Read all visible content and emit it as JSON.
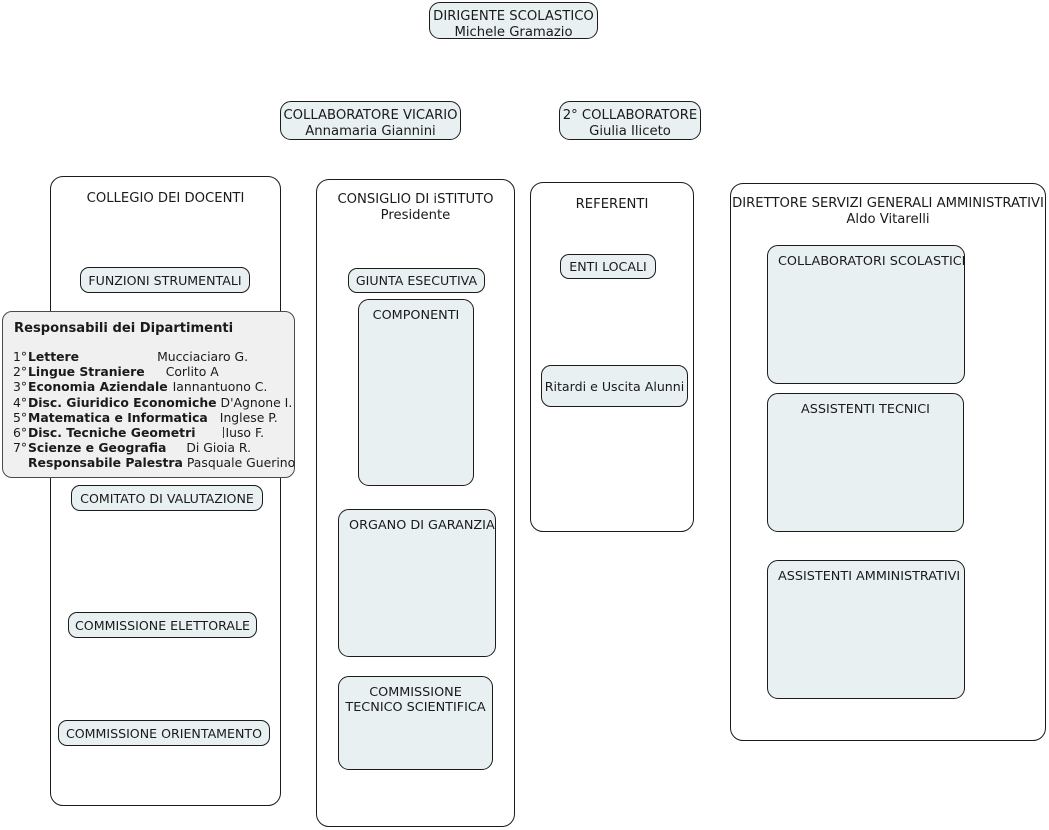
{
  "theme": {
    "page_background": "#ffffff",
    "node_fill": "#e8f0f2",
    "container_fill": "#ffffff",
    "overlay_fill": "#f0f0f0",
    "border": "#1b1b1b",
    "text": "#1a1a1a"
  },
  "top": {
    "dirigente": {
      "role": "DIRIGENTE SCOLASTICO",
      "name": "Michele Gramazio"
    },
    "collaboratore_vicario": {
      "role": "COLLABORATORE VICARIO",
      "name": "Annamaria Giannini"
    },
    "secondo_collaboratore": {
      "role": "2° COLLABORATORE",
      "name": "Giulia Iliceto"
    }
  },
  "columns": {
    "collegio": {
      "title": "COLLEGIO DEI DOCENTI",
      "items": [
        {
          "label": "FUNZIONI STRUMENTALI"
        },
        {
          "label": "COMITATO DI VALUTAZIONE"
        },
        {
          "label": "COMMISSIONE ELETTORALE"
        },
        {
          "label": "COMMISSIONE ORIENTAMENTO"
        }
      ]
    },
    "consiglio": {
      "title": "CONSIGLIO DI iSTITUTO",
      "subtitle": "Presidente",
      "giunta": "GIUNTA ESECUTIVA",
      "componenti": "COMPONENTI",
      "organo_garanzia": "ORGANO DI GARANZIA",
      "commissione_tecnica_l1": "COMMISSIONE",
      "commissione_tecnica_l2": "TECNICO SCIENTIFICA"
    },
    "referenti": {
      "title": "REFERENTI",
      "enti_locali": "ENTI LOCALI",
      "ritardi": "Ritardi e Uscita Alunni"
    },
    "dsga": {
      "title": "DIRETTORE SERVIZI GENERALI AMMINISTRATIVI",
      "name": "Aldo Vitarelli",
      "panels": [
        {
          "label": "COLLABORATORI SCOLASTICI"
        },
        {
          "label": "ASSISTENTI TECNICI"
        },
        {
          "label": "ASSISTENTI AMMINISTRATIVI"
        }
      ]
    }
  },
  "departments": {
    "title": "Responsabili dei Dipartimenti",
    "rows": [
      {
        "num": "1°",
        "name": "Lettere",
        "person": "Mucciaciaro G.",
        "gap": 78
      },
      {
        "num": "2°",
        "name": "Lingue Straniere",
        "person": "Corlito A",
        "gap": 21
      },
      {
        "num": "3°",
        "name": "Economia Aziendale",
        "person": "Iannantuono C.",
        "gap": 5
      },
      {
        "num": "4°",
        "name": "Disc. Giuridico Economiche",
        "person": "D'Agnone I.",
        "gap": 4
      },
      {
        "num": "5°",
        "name": "Matematica e Informatica",
        "person": "Inglese P.",
        "gap": 12
      },
      {
        "num": "6°",
        "name": "Disc. Tecniche Geometri",
        "person": "Iuso F.",
        "gap": 28,
        "caret": true
      },
      {
        "num": "7°",
        "name": "Scienze e Geografia",
        "person": "Di Gioia R.",
        "gap": 20
      },
      {
        "num": "",
        "name": "Responsabile Palestra",
        "person": "Pasquale Guerino",
        "gap": 4
      }
    ]
  }
}
